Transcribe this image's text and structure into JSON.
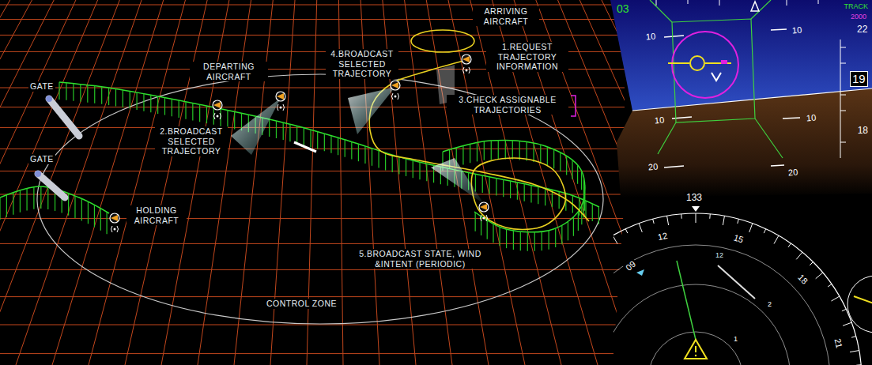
{
  "diagram": {
    "labels": [
      "GATE",
      "GATE",
      "DEPARTING AIRCRAFT",
      "2.BROADCAST SELECTED TRAJECTORY",
      "4.BROADCAST SELECTED TRAJECTORY",
      "ARRIVING AIRCRAFT",
      "1.REQUEST TRAJECTORY INFORMATION",
      "3.CHECK ASSIGNABLE TRAJECTORIES",
      "HOLDING AIRCRAFT",
      "5.BROADCAST STATE, WIND &INTENT (PERIODIC)",
      "CONTROL ZONE",
      "03",
      "TRACK",
      "2000",
      "22",
      "10",
      "10",
      "10",
      "10",
      "20",
      "20",
      "19",
      "18",
      "133",
      "12",
      "15",
      "18",
      "21",
      "09",
      "12",
      "1",
      "2"
    ]
  }
}
